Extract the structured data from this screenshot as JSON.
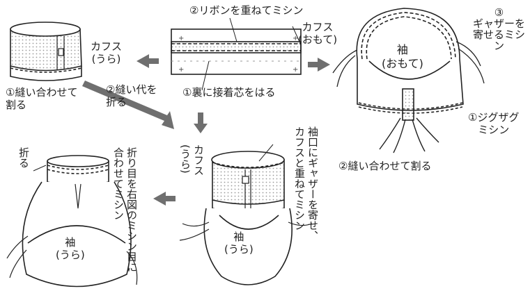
{
  "step1": {
    "ribbon_label": "②リボンを重ねてミシン",
    "cuff_front_label": "カフス\n(おもて)",
    "interfacing_label": "①裏に接着芯をはる"
  },
  "step2": {
    "cuff_back_label": "カフス\n(うら)",
    "sew_together_label": "①縫い合わせて\n割る",
    "fold_allowance_label": "②縫い代を\n折る"
  },
  "step0": {
    "sleeve_label": "袖\n(おもて)",
    "gather_label": "③\nギャザーを\n寄せるミシン",
    "zigzag_label": "①ジグザグ\nミシン",
    "sew_open_label": "②縫い合わせて割る"
  },
  "step3": {
    "cuff_back_label": "カフス\n(うら)",
    "sleeve_label": "袖\n(うら)",
    "attach_label": "袖口にギャザーを寄せ、\nカフスと重ねてミシン"
  },
  "step4": {
    "fold_label": "折る",
    "stitch_label": "折り目を右図のミシン目に\n合わせてミシン",
    "sleeve_label": "袖\n(うら)"
  },
  "colors": {
    "ink": "#222222",
    "arrow": "#6f6f6f",
    "dots": "#b5b5b5",
    "paper": "#ffffff"
  }
}
